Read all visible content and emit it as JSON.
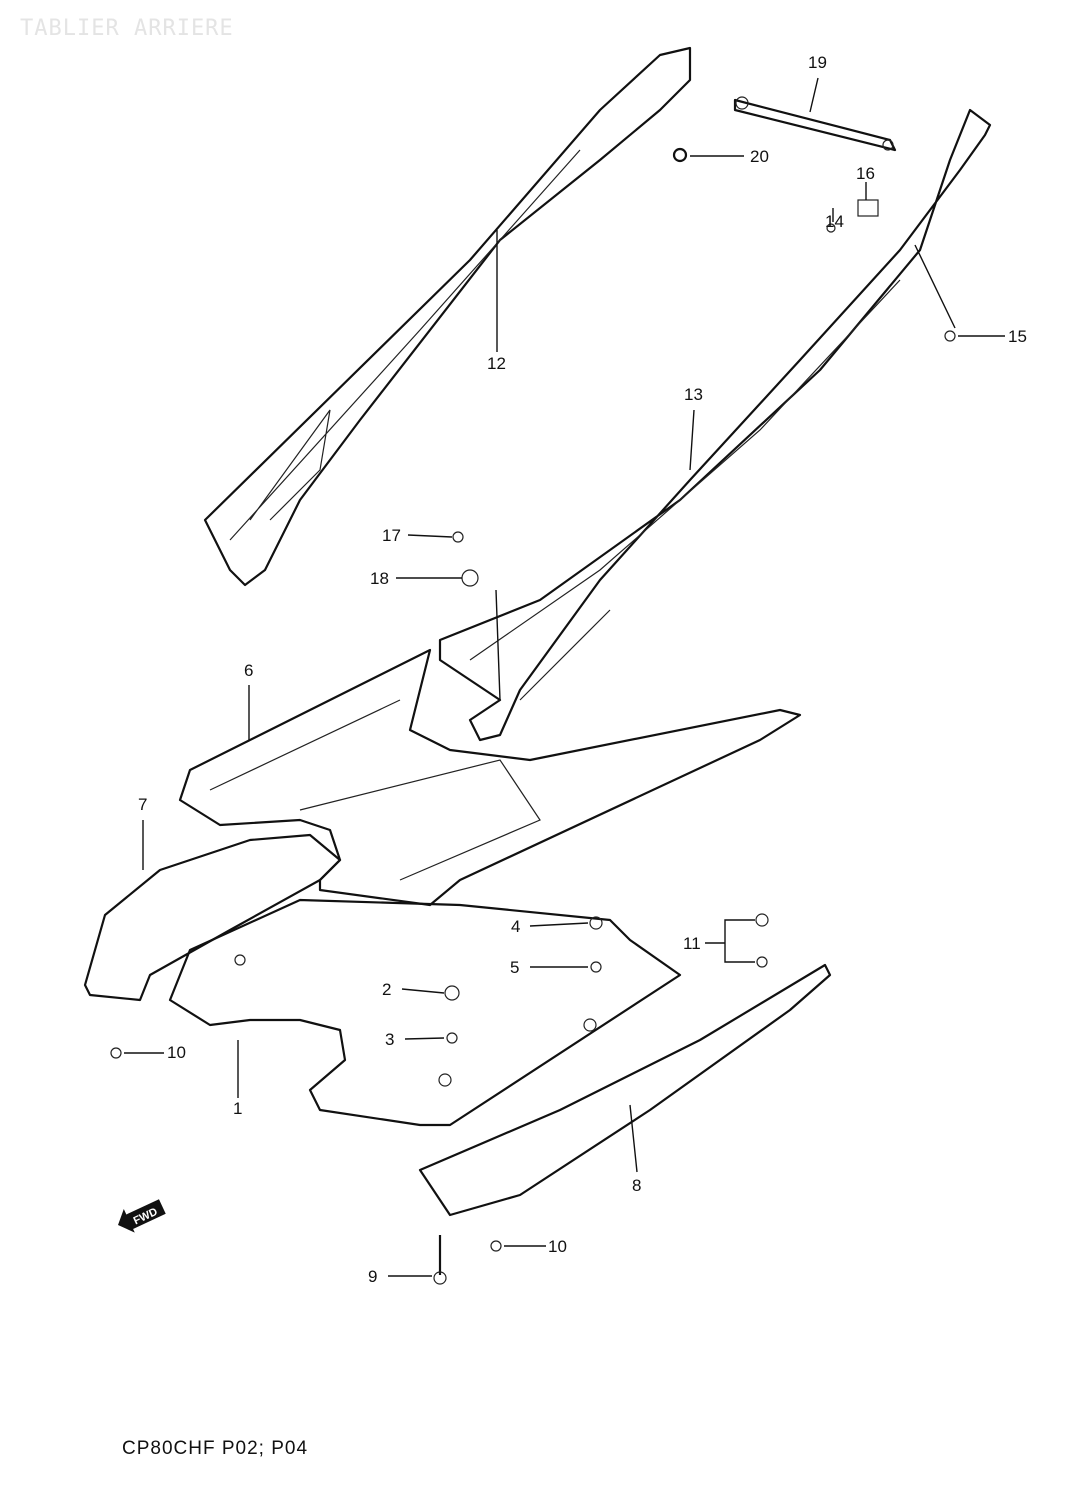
{
  "title": "TABLIER ARRIERE",
  "caption": "CP80CHF P02; P04",
  "fwd_label": "FWD",
  "callouts": [
    "19",
    "20",
    "16",
    "14",
    "15",
    "12",
    "13",
    "17",
    "18",
    "6",
    "7",
    "4",
    "11",
    "5",
    "2",
    "3",
    "10",
    "1",
    "8",
    "10",
    "9"
  ]
}
